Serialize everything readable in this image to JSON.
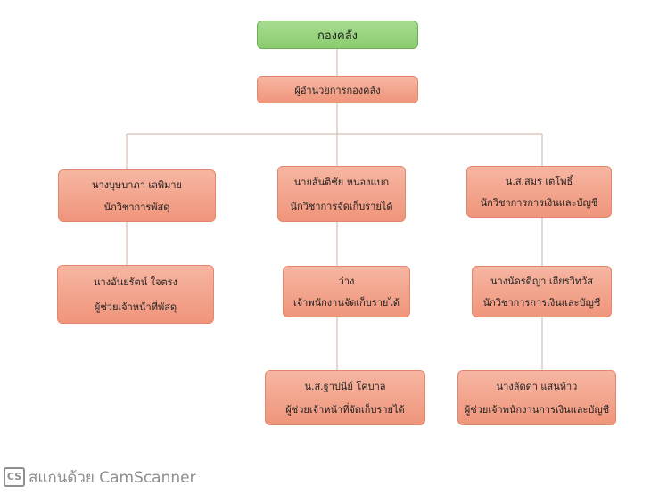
{
  "org_chart": {
    "title": "กองคลัง",
    "director": {
      "title": "ผู้อำนวยการกองคลัง"
    },
    "columns": [
      {
        "positions": [
          {
            "name": "นางบุษบาภา เลพิมาย",
            "role": "นักวิชาการพัสดุ"
          },
          {
            "name": "นางอันยรัตน์ ใจตรง",
            "role": "ผู้ช่วยเจ้าหน้าที่พัสดุ"
          }
        ]
      },
      {
        "positions": [
          {
            "name": "นายสันติชัย หนองแบก",
            "role": "นักวิชาการจัดเก็บรายได้"
          },
          {
            "name": "ว่าง",
            "role": "เจ้าพนักงานจัดเก็บรายได้"
          },
          {
            "name": "น.ส.ฐาปนีย์ โคบาล",
            "role": "ผู้ช่วยเจ้าหน้าที่จัดเก็บรายได้"
          }
        ]
      },
      {
        "positions": [
          {
            "name": "น.ส.สมร เตโพธิ์",
            "role": "นักวิชาการการเงินและบัญชี"
          },
          {
            "name": "นางนัดรดิญา เถียรวิทวัส",
            "role": "นักวิชาการการเงินและบัญชี"
          },
          {
            "name": "นางลัดดา แสนห้าว",
            "role": "ผู้ช่วยเจ้าพนักงานการเงินและบัญชี"
          }
        ]
      }
    ]
  },
  "colors": {
    "title_box": "#9bd47f",
    "position_box": "#f4a68f",
    "connector": "#d9bfae",
    "watermark": "#8e8e8e"
  },
  "watermark": {
    "logo": "CS",
    "text": "สแกนด้วย CamScanner"
  }
}
